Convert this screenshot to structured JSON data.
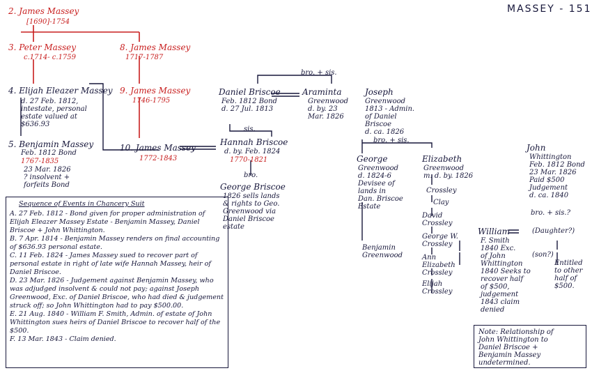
{
  "header": {
    "page_ref": "MASSEY - 151"
  },
  "gen": {
    "g2": {
      "name": "2. James Massey",
      "dates": "[1690]-1754"
    },
    "g3a": {
      "name": "3. Peter Massey",
      "dates": "c.1714- c.1759"
    },
    "g3b": {
      "name": "8. James Massey",
      "dates": "1717-1787"
    },
    "g4a": {
      "name": "4. Elijah Eleazer Massey",
      "notes": "d. 27 Feb. 1812,\nintestate, personal\nestate valued at\n$636.93"
    },
    "g4b": {
      "name": "9. James Massey",
      "dates": "1746-1795"
    },
    "g5a": {
      "name": "5. Benjamin Massey",
      "bond": "Feb. 1812 Bond",
      "dates": "1767-1835",
      "notes": "23 Mar. 1826\n? insolvent +\nforfeits Bond"
    },
    "g5b": {
      "name": "10. James Massey",
      "dates": "1772-1843"
    }
  },
  "briscoe": {
    "daniel": {
      "name": "Daniel Briscoe",
      "notes": "Feb. 1812 Bond\nd. 27 Jul. 1813"
    },
    "bro_sis": "bro. + sis.",
    "araminta": {
      "name": "Araminta",
      "notes": "Greenwood\nd. by. 23\nMar. 1826"
    },
    "joseph": {
      "name": "Joseph",
      "notes": "Greenwood\n1813 - Admin.\nof Daniel\nBriscoe\nd. ca. 1826"
    },
    "sis": "sis.",
    "hannah": {
      "name": "Hannah Briscoe",
      "notes": "d. by. Feb. 1824",
      "dates": "1770-1821"
    },
    "bro": "bro.",
    "george_b": {
      "name": "George Briscoe",
      "notes": "1826 sells lands\n& rights to Geo.\nGreenwood via\nDaniel Briscoe\nestate"
    }
  },
  "greenwood": {
    "bro_sis": "bro. + sis.",
    "george": {
      "name": "George",
      "notes": "Greenwood\nd. 1824-6\nDevisee of\nlands in\nDan. Briscoe\nEstate"
    },
    "elizabeth": {
      "name": "Elizabeth",
      "notes": "Greenwood\nm. d. by. 1826"
    },
    "crossley": "Crossley",
    "clay": "Clay",
    "david": "David\nCrossley",
    "george_w": "George W.\nCrossley",
    "ann": "Ann\nElizabeth\nCrossley",
    "elijah": "Elijah\nCrossley",
    "benjamin": "Benjamin\nGreenwood"
  },
  "whittington": {
    "john": {
      "name": "John",
      "notes": "Whittington\nFeb. 1812 Bond\n23 Mar. 1826\nPaid $500\nJudgement\nd. ca. 1840"
    },
    "bro_sis": "bro. + sis.?",
    "daughter": "(Daughter?)",
    "son": "(son?)",
    "william": {
      "name": "William",
      "notes": "F. Smith\n1840 Exc.\nof John\nWhittington\n1840 Seeks to\nrecover half\nof $500,\njudgement\n1843 claim\ndenied"
    },
    "entitled": "Entitled\nto other\nhalf of\n$500."
  },
  "note": {
    "text": "Note: Relationship of\nJohn Whittington to\nDaniel Briscoe +\nBenjamin Massey\nundetermined."
  },
  "sequence": {
    "title": "Sequence of Events in Chancery Suit",
    "items": [
      "A. 27 Feb. 1812 - Bond given for proper administration of Elijah Eleazer Massey Estate - Benjamin Massey, Daniel Briscoe + John Whittington.",
      "B. 7 Apr. 1814 - Benjamin Massey renders on final accounting of $636.93 personal estate.",
      "C. 11 Feb. 1824 - James Massey sued to recover part of personal estate in right of late wife Hannah Massey, heir of Daniel Briscoe.",
      "D. 23 Mar. 1826 - Judgement against Benjamin Massey, who was adjudged insolvent & could not pay; against Joseph Greenwood, Exc. of Daniel Briscoe, who had died & judgement struck off; so John Whittington had to pay $500.00.",
      "E. 21 Aug. 1840 - William F. Smith, Admin. of estate of John Whittington sues heirs of Daniel Briscoe to recover half of the $500.",
      "F. 13 Mar. 1843 - Claim denied."
    ]
  }
}
